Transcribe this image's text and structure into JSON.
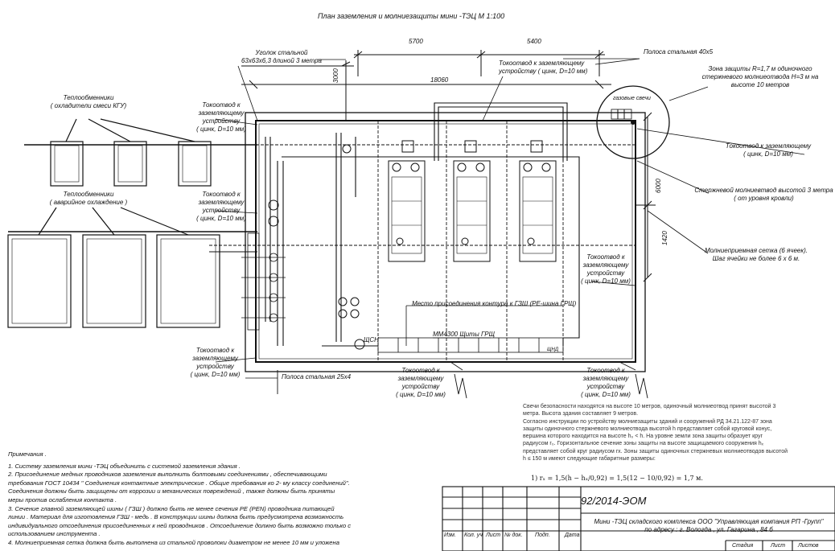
{
  "title": "План заземления и молниезащиты мини -ТЭЦ М  1:100",
  "dimensions": {
    "d5700": "5700",
    "d5400": "5400",
    "d18060": "18060",
    "d3000": "3000",
    "d6000": "6000",
    "d1420": "1420"
  },
  "labels": {
    "angle_title": "Уголок стальной",
    "angle_size": "63х63х6,3 длиной 3  метра",
    "strip40": "Полоса стальная 40х5",
    "zone_1": "Зона защиты R=1,7 м одиночного",
    "zone_2": "стержневого молниеотвода H=3 м на",
    "zone_3": "высоте 10 метров",
    "gas_candles": "газовые свечи",
    "hx1_1": "Теплообменники",
    "hx1_2": "( охладители смеси КГУ)",
    "hx2_1": "Теплообменники",
    "hx2_2": "( аварийное охлаждение )",
    "rod_1": "Стержневой молниевтвод высотой  3  метра",
    "rod_2": "( от уровня кровли)",
    "mesh_1": "Молниеприемная сетка  (6  ячеек).",
    "mesh_2": "Шаг ячейки не более  6 х 6  м.",
    "conn_point": "Место присоединения контура к ГЗШ (PE-шина ГРЩ)",
    "grsh": "ММ4300 Щиты ГРЩ",
    "shsn": "ЩСН",
    "shchd": "ЩНД",
    "strip25": "Полоса стальная 25х4"
  },
  "downconductor": {
    "l1": "Токоотвод к",
    "l1_alt": "Токоотвод к заземляющему",
    "l2": "заземляющему",
    "l3": "устройству",
    "l4": "( цинк, D=10  мм)",
    "top_center": "устройству ( цинк, D=10 мм)"
  },
  "notes": {
    "heading": "Примечания .",
    "lines": [
      "1.  Систему заземления мини -ТЭЦ объединить с системой заземления здания .",
      "2.  Присоединение медных проводников заземления выполнить болтовыми соединениями , обеспечивающими",
      "требования ГОСТ  10434 \" Соединения контактные электрические . Общие требования ко  2- му классу соединений\".",
      "Соединения должны быть защищены от коррозии и механических повреждений , также должны быть приняты",
      "меры против ослабления контакта .",
      "3.  Сечение главной заземляющей шины  ( ГЗШ )  должно быть не менее сечения PE  (PEN)  проводника питающей",
      "линии . Материал для изготовления ГЗШ  - медь . В конструкции шины должна быть предусмотрена возможность",
      "индивидуального отсоединения присоединенных к ней проводников . Отсоединение должно быть возможно только с",
      "использованием инструмента .",
      "4.  Молниеприемная сетка должна быть выполнена из стальной проволоки диаметром не менее  10  мм и уложена"
    ]
  },
  "paragraph": [
    "Свечи безопасности находятся на высоте 10 метров, одиночный молниеотвод принят высотой 3",
    "метра. Высота здания составляет 9 метров.",
    "Согласно инструкции по устройству молниезащиты зданий и сооружений РД 34.21.122-87 зона",
    "защиты одиночного стержневого молниеотвода высотой h представляет собой круговой конус,",
    "вершина которого находится на высоте h₀ < h. На уровне земли зона защиты образует круг",
    "радиусом r₀. Горизонтальное сечение зоны защиты на высоте защищаемого сооружения hₓ",
    "представляет собой круг радиусом rх. Зоны защиты одиночных стержневых молниеотводов высотой",
    "h ≤ 150 м имеют следующие габаритные размеры:"
  ],
  "formula": "1)   rₓ = 1,5(h − hₓ/0,92) = 1,5(12 − 10/0,92) = 1,7 м.",
  "title_block": {
    "code": "92/2014-ЭОМ",
    "project_1": "Мини -ТЭЦ складского комплекса ООО \"Управляющая компания РП -Групп\"",
    "project_2": "по адресу : г. Вологда , ул. Гагарина , 84 б",
    "headers": [
      "Изм.",
      "Кол. уч",
      "Лист",
      "№ док.",
      "Подп.",
      "Дата"
    ],
    "stage": "Стадия",
    "sheet": "Лист",
    "sheets": "Листов"
  }
}
